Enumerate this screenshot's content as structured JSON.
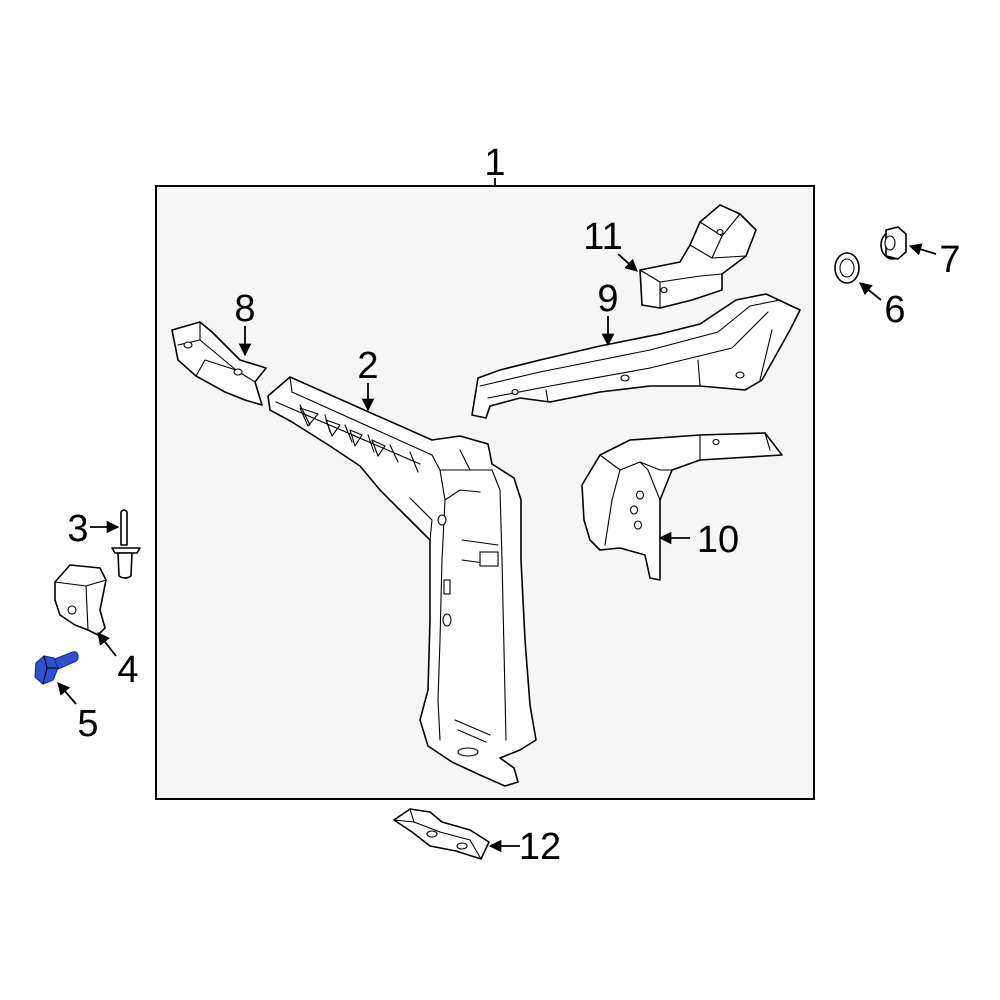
{
  "diagram": {
    "callouts": [
      {
        "label": "1"
      },
      {
        "label": "2"
      },
      {
        "label": "3"
      },
      {
        "label": "4"
      },
      {
        "label": "5"
      },
      {
        "label": "6"
      },
      {
        "label": "7"
      },
      {
        "label": "8"
      },
      {
        "label": "9"
      },
      {
        "label": "10"
      },
      {
        "label": "11"
      },
      {
        "label": "12"
      }
    ]
  },
  "colors": {
    "frame_fill": "#f6f6f6",
    "part_fill": "#ffffff",
    "line": "#000000",
    "bolt_fill": "#2f4fcf",
    "bolt_shade": "#1a2f99"
  }
}
